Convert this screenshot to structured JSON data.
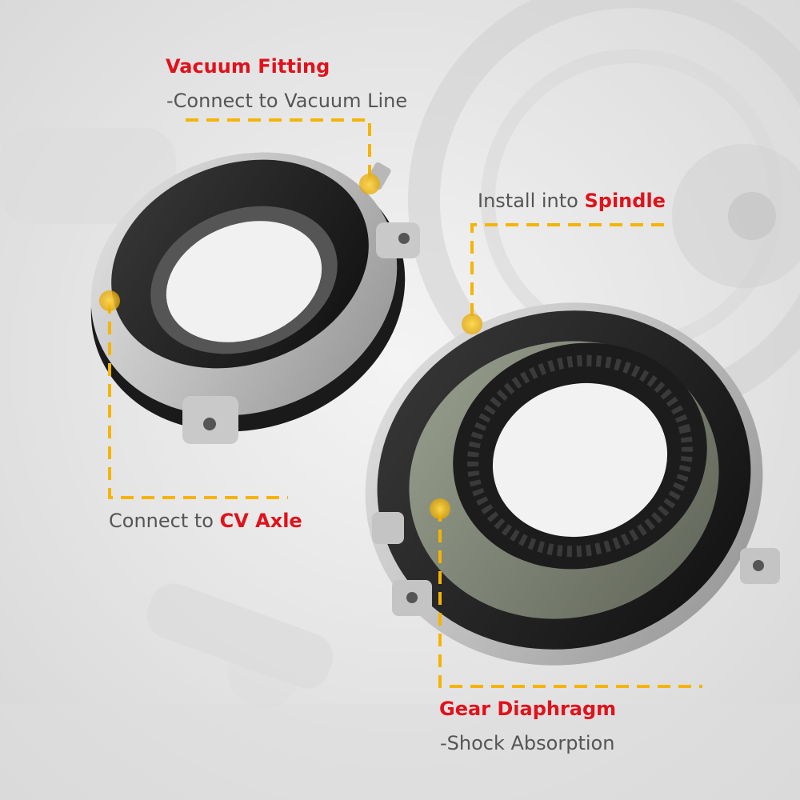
{
  "annotations": {
    "vacuum": {
      "title": "Vacuum Fitting",
      "desc": "-Connect to Vacuum Line"
    },
    "spindle": {
      "prefix": "Install into ",
      "highlight": "Spindle"
    },
    "cv": {
      "prefix": "Connect to ",
      "highlight": "CV Axle"
    },
    "gear": {
      "title": "Gear Diaphragm",
      "desc": "-Shock Absorption"
    }
  },
  "colors": {
    "accent_red": "#e0121b",
    "leader_yellow": "#f5b400",
    "text_gray": "#555555"
  }
}
